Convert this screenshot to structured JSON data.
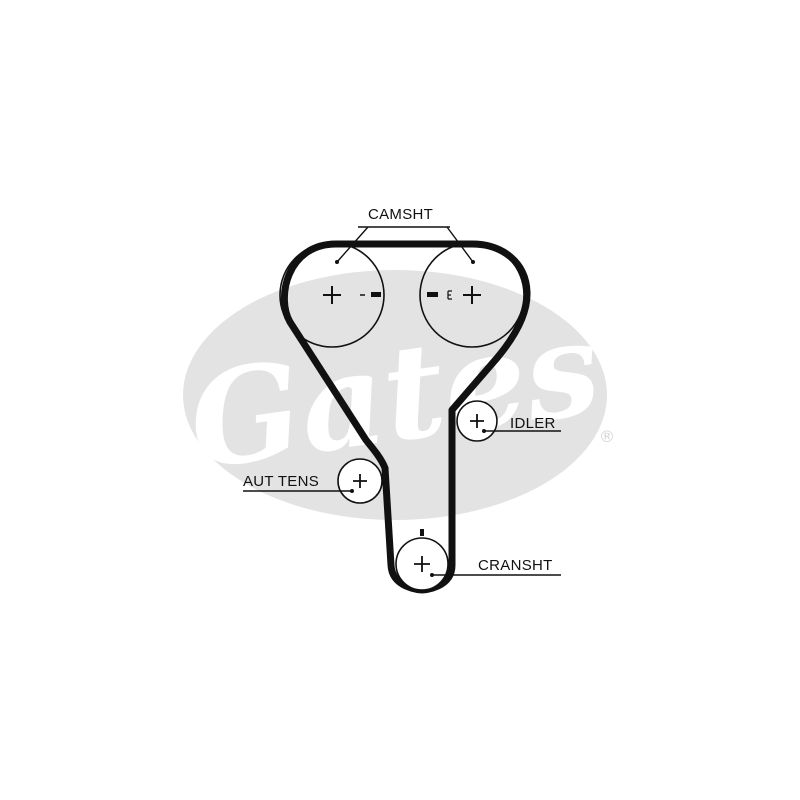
{
  "brand": {
    "logo_text": "Gates",
    "registered_mark": "®",
    "logo_color": "#e3e3e3"
  },
  "labels": {
    "camshaft": "CAMSHT",
    "idler": "IDLER",
    "tensioner": "AUT TENS",
    "crankshaft": "CRANSHT"
  },
  "colors": {
    "belt": "#111111",
    "pulley": "#111111",
    "background": "#ffffff"
  }
}
